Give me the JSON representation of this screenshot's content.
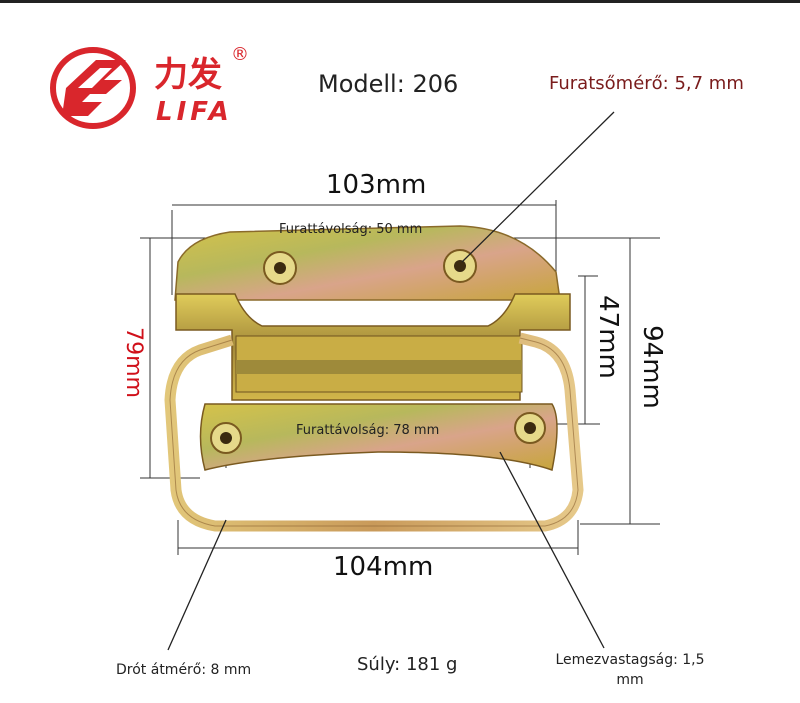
{
  "brand": {
    "chinese": "力发",
    "latin": "LIFA",
    "registered": "®",
    "logo_color": "#d9262c"
  },
  "labels": {
    "model": "Modell: 206",
    "bore_diameter": "Furatsőmérő: 5,7 mm",
    "width_top": "103mm",
    "width_bottom": "104mm",
    "hole_spacing_top": "Furattávolság: 50 mm",
    "hole_spacing_bottom": "Furattávolság: 78 mm",
    "height_left": "79mm",
    "height_inner": "47mm",
    "height_right": "94mm",
    "wire_diameter": "Drót átmérő: 8 mm",
    "weight": "Súly: 181 g",
    "plate_thickness": "Lemezvastagság: 1,5 mm"
  },
  "colors": {
    "metal_gold": "#c9b040",
    "metal_green": "#9fae5a",
    "metal_pink": "#d98f88",
    "metal_dark": "#8a6a2a"
  }
}
